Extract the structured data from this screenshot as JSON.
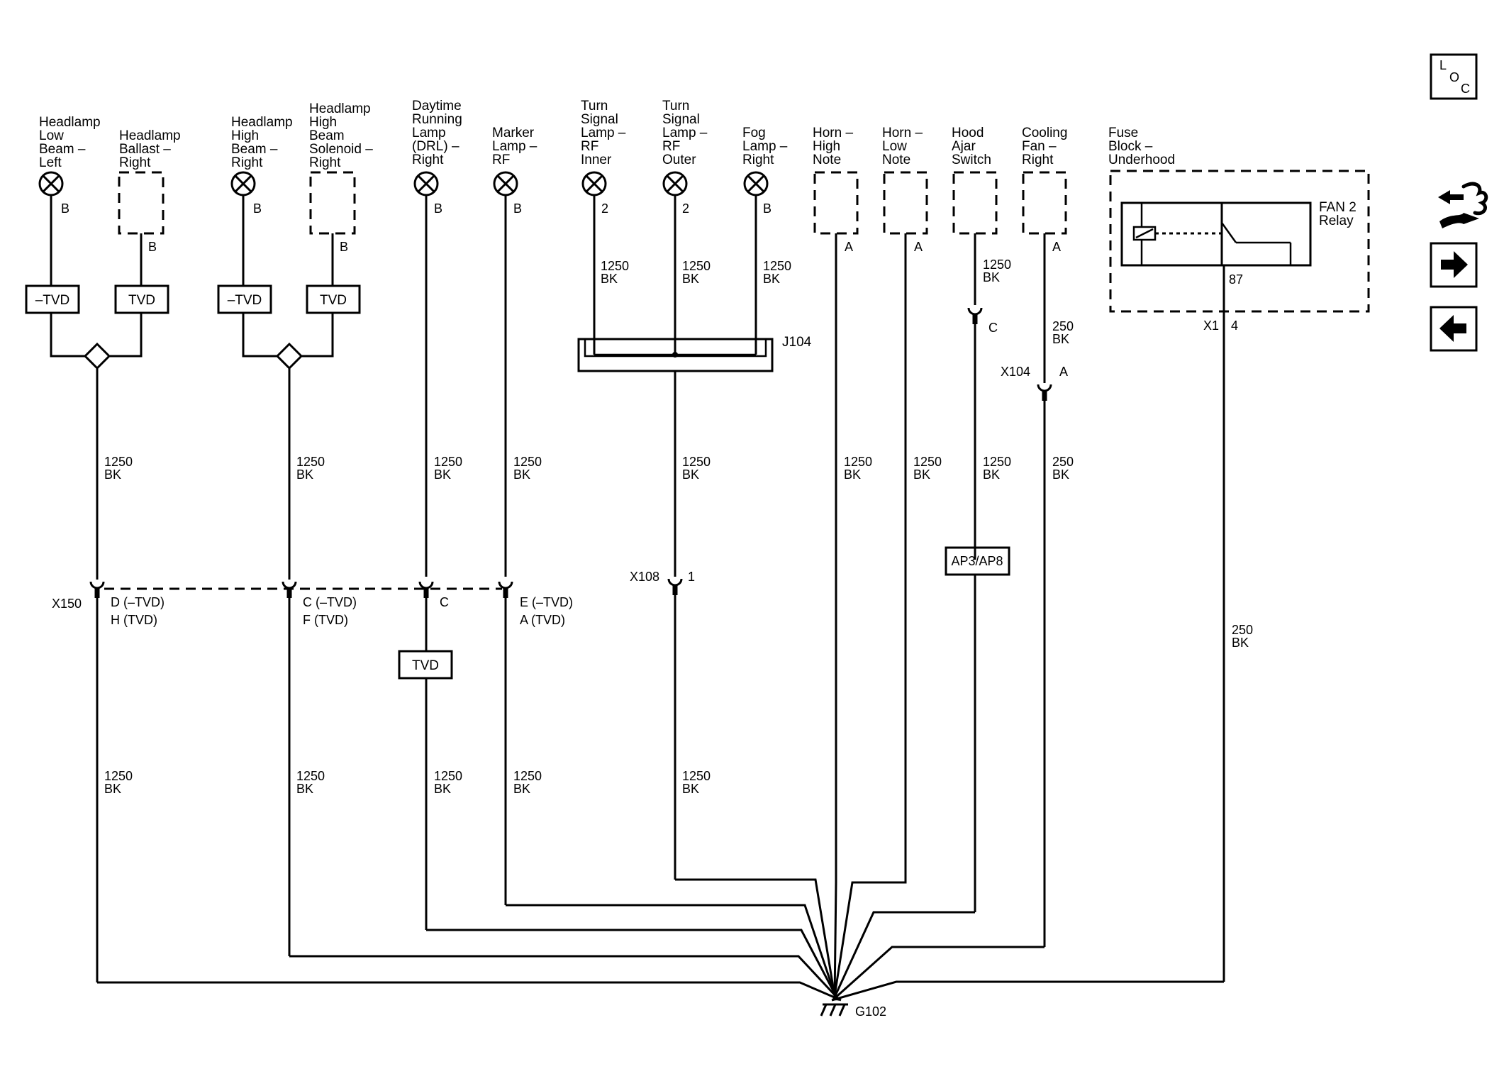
{
  "components": {
    "headlamp_low_left": {
      "name": [
        "Headlamp",
        "Low",
        "Beam –",
        "Left"
      ],
      "pin": "B"
    },
    "ballast_right": {
      "name": [
        "Headlamp",
        "Ballast –",
        "Right"
      ],
      "pin": "B"
    },
    "headlamp_high_right": {
      "name": [
        "Headlamp",
        "High",
        "Beam –",
        "Right"
      ],
      "pin": "B"
    },
    "solenoid_right": {
      "name": [
        "Headlamp",
        "High",
        "Beam",
        "Solenoid –",
        "Right"
      ],
      "pin": "B"
    },
    "drl_right": {
      "name": [
        "Daytime",
        "Running",
        "Lamp",
        "(DRL) –",
        "Right"
      ],
      "pin": "B"
    },
    "marker_rf": {
      "name": [
        "Marker",
        "Lamp –",
        "RF"
      ],
      "pin": "B"
    },
    "turn_inner": {
      "name": [
        "Turn",
        "Signal",
        "Lamp –",
        "RF",
        "Inner"
      ],
      "pin": "2"
    },
    "turn_outer": {
      "name": [
        "Turn",
        "Signal",
        "Lamp –",
        "RF",
        "Outer"
      ],
      "pin": "2"
    },
    "fog_right": {
      "name": [
        "Fog",
        "Lamp –",
        "Right"
      ],
      "pin": "B"
    },
    "horn_high": {
      "name": [
        "Horn –",
        "High",
        "Note"
      ],
      "pin": "A"
    },
    "horn_low": {
      "name": [
        "Horn –",
        "Low",
        "Note"
      ],
      "pin": "A"
    },
    "hood_ajar": {
      "name": [
        "Hood",
        "Ajar",
        "Switch"
      ],
      "pin": "C"
    },
    "cooling_fan": {
      "name": [
        "Cooling",
        "Fan –",
        "Right"
      ],
      "pin": "A"
    },
    "fuse_block": {
      "name": [
        "Fuse",
        "Block –",
        "Underhood"
      ],
      "relay": [
        "FAN 2",
        "Relay"
      ],
      "terminal": "87",
      "connector": "X1",
      "pin": "4"
    }
  },
  "options": {
    "not_tvd": "–TVD",
    "tvd": "TVD",
    "ap": "AP3/AP8"
  },
  "wires": {
    "w1250": [
      "1250",
      "BK"
    ],
    "w250": [
      "250",
      "BK"
    ]
  },
  "connectors": {
    "x150": {
      "name": "X150",
      "pins_a": [
        "D (–TVD)",
        "H (TVD)"
      ],
      "pins_b": [
        "C (–TVD)",
        "F (TVD)"
      ],
      "pin_c": "C",
      "pins_d": [
        "E (–TVD)",
        "A (TVD)"
      ]
    },
    "x108": {
      "name": "X108",
      "pin": "1"
    },
    "x104": {
      "name": "X104",
      "pin": "A"
    },
    "j104": "J104",
    "g102": "G102"
  },
  "nav": {
    "loc_letters": [
      "L",
      "O",
      "C"
    ],
    "icons": [
      "wiring-harness-icon",
      "forward-arrow-icon",
      "back-arrow-icon"
    ]
  }
}
